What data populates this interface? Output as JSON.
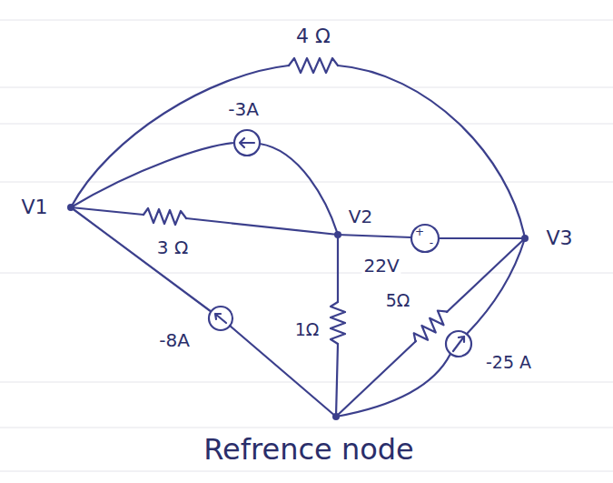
{
  "diagram": {
    "labels": [
      "4 Ω",
      "-3A",
      "V1",
      "3 Ω",
      "V2",
      "+",
      "-",
      "22V",
      "V3",
      "-8A",
      "1Ω",
      "5Ω",
      "-25 A",
      "Refrence node"
    ]
  }
}
